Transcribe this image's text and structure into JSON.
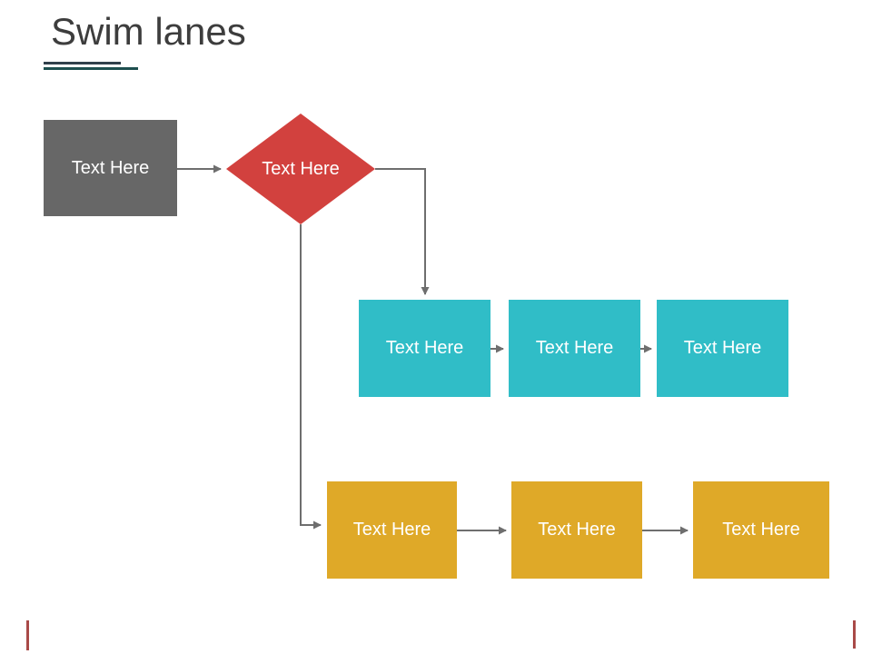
{
  "slide": {
    "title": "Swim lanes"
  },
  "colors": {
    "title_text": "#3d3d3d",
    "underline_top": "#31404b",
    "underline_bottom": "#1d4f4f",
    "start_box": "#676767",
    "decision": "#d2413e",
    "row1_box": "#30bdc7",
    "row2_box": "#dfa928",
    "connector": "#6e6e6e",
    "footer_tick": "#a94a48",
    "shape_text": "#ffffff"
  },
  "flowchart": {
    "start": {
      "label": "Text Here"
    },
    "decision": {
      "label": "Text Here"
    },
    "row1": [
      {
        "label": "Text Here"
      },
      {
        "label": "Text Here"
      },
      {
        "label": "Text Here"
      }
    ],
    "row2": [
      {
        "label": "Text Here"
      },
      {
        "label": "Text Here"
      },
      {
        "label": "Text Here"
      }
    ]
  }
}
